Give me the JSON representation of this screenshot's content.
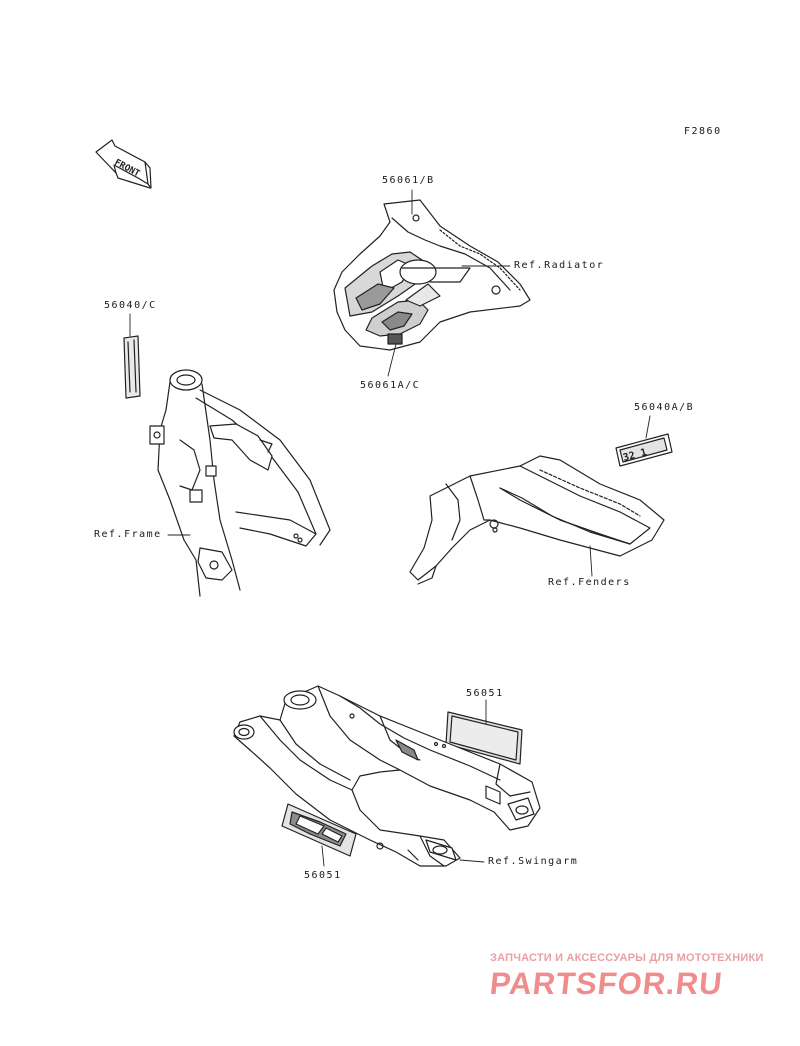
{
  "figure_code": "F2860",
  "front_label": "FRONT",
  "labels": {
    "shroud_b": "56061/B",
    "shroud_ac": "56061A/C",
    "ref_radiator": "Ref.Radiator",
    "frame_label_c": "56040/C",
    "ref_frame": "Ref.Frame",
    "fender_label_ab": "56040A/B",
    "fender_badge": "32 1",
    "ref_fenders": "Ref.Fenders",
    "swingarm_label_top": "56051",
    "swingarm_label_bottom": "56051",
    "ref_swingarm": "Ref.Swingarm"
  },
  "watermark": {
    "tagline": "ЗАПЧАСТИ И АКСЕССУАРЫ ДЛЯ МОТОТЕХНИКИ",
    "brand": "PARTSFOR.RU"
  }
}
